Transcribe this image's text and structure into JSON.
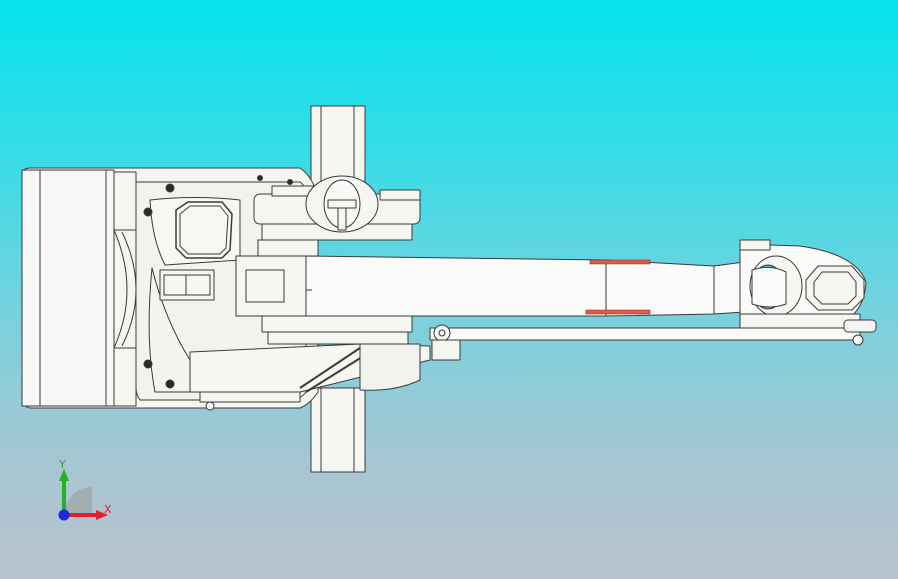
{
  "viewport": {
    "background_top": "#05e3ee",
    "background_bottom": "#b9c2cf",
    "model": "robot-arm-top-view"
  },
  "triad": {
    "x_label": "X",
    "y_label": "Y",
    "x_color": "#e0202a",
    "y_color": "#22b322",
    "z_color": "#1f2ad8"
  },
  "icons": [
    "robot-arm-model",
    "coordinate-triad-icon"
  ]
}
